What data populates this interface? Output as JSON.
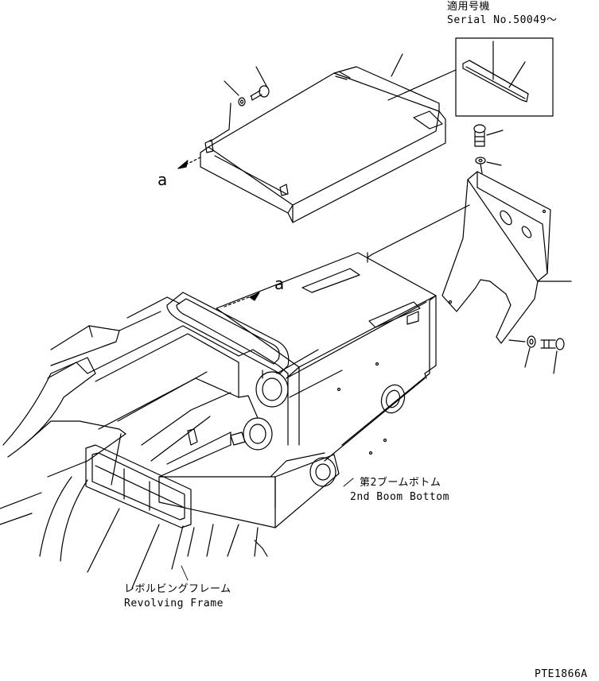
{
  "serial": {
    "jp": "適用号機",
    "en": "Serial No.50049～"
  },
  "labels": {
    "view_a_upper": "a",
    "view_a_lower": "a",
    "boom_bottom_jp": "第2ブームボトム",
    "boom_bottom_en": "2nd Boom Bottom",
    "revolving_frame_jp": "レボルビングフレーム",
    "revolving_frame_en": "Revolving Frame"
  },
  "drawing_code": "PTE1866A"
}
